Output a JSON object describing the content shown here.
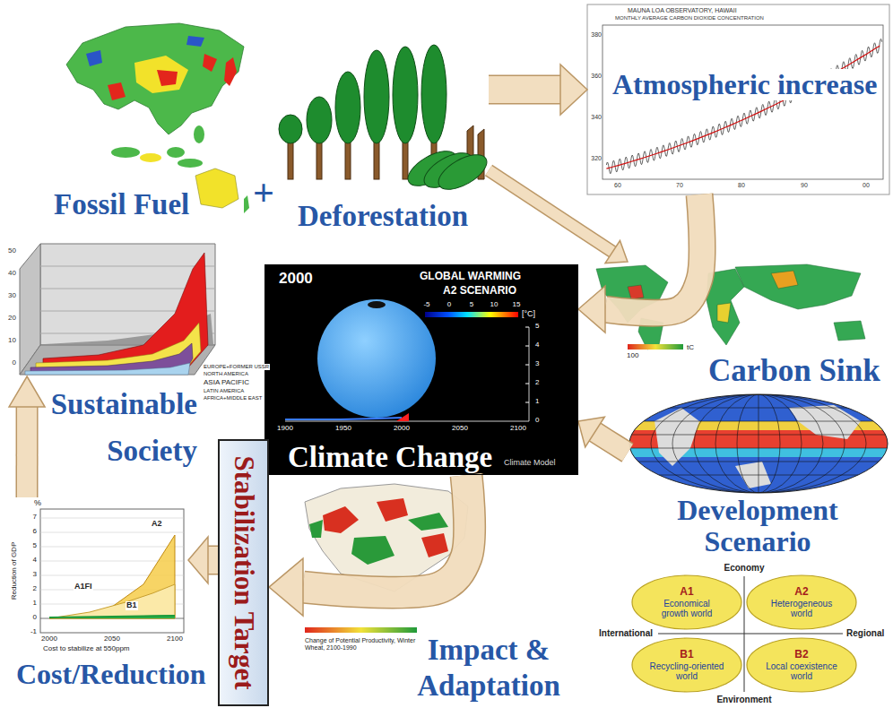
{
  "diagram": {
    "nodes": [
      {
        "text": [
          "Fossil Fuel"
        ]
      },
      {
        "text": [
          "Deforestation"
        ]
      },
      {
        "text": [
          "Atmospheric increase"
        ]
      },
      {
        "text": [
          "Sustainable Society"
        ]
      },
      {
        "text": [
          "Climate Change"
        ]
      },
      {
        "text": [
          "Carbon Sink"
        ]
      },
      {
        "text": [
          "Development Scenario"
        ]
      },
      {
        "text": [
          "A1",
          "Economical growth world"
        ]
      },
      {
        "text": [
          "A2",
          "Heterogeneous world"
        ]
      },
      {
        "text": [
          "B1",
          "Recycling-oriented world"
        ]
      },
      {
        "text": [
          "B2",
          "Local coexistence world"
        ]
      },
      {
        "text": [
          "Stabilization Target"
        ]
      },
      {
        "text": [
          "Impact & Adaptation"
        ]
      },
      {
        "text": [
          "Cost/Reduction"
        ]
      }
    ],
    "edges": [
      {
        "from": 1,
        "to": 2,
        "arrow": "to"
      },
      {
        "from": 1,
        "to": 5,
        "arrow": "to"
      },
      {
        "from": 2,
        "to": 4,
        "arrow": "to"
      },
      {
        "from": 6,
        "to": 4,
        "arrow": "to"
      },
      {
        "from": 4,
        "to": 11,
        "arrow": "to"
      },
      {
        "from": 11,
        "to": 13,
        "arrow": "to"
      },
      {
        "from": 13,
        "to": 3,
        "arrow": "to"
      }
    ],
    "labels": [
      "+",
      "MAUNA LOA OBSERVATORY, HAWAII",
      "MONTHLY AVERAGE CARBON DIOXIDE CONCENTRATION",
      "380",
      "360",
      "340",
      "320",
      "60",
      "70",
      "80",
      "90",
      "00",
      "50",
      "40",
      "30",
      "20",
      "10",
      "0",
      "EUROPE+FORMER USSR",
      "NORTH AMERICA",
      "ASIA PACIFIC",
      "LATIN AMERICA",
      "AFRICA+MIDDLE EAST",
      "2000",
      "GLOBAL WARMING",
      "A2 SCENARIO",
      "-5",
      "0",
      "5",
      "10",
      "15",
      "[°C]",
      "5",
      "4",
      "3",
      "2",
      "1",
      "0",
      "1900",
      "1950",
      "2000",
      "2050",
      "2100",
      "Climate Model",
      "100",
      "tC",
      "Economy",
      "International",
      "Regional",
      "Environment",
      "Change of Potential Productivity, Winter Wheat, 2100-1990",
      "%",
      "7",
      "6",
      "5",
      "4",
      "3",
      "2",
      "1",
      "0",
      "-1",
      "Reduction of GDP",
      "2000",
      "2050",
      "2100",
      "A2",
      "A1FI",
      "B1",
      "Cost to stabilize at 550ppm"
    ]
  }
}
